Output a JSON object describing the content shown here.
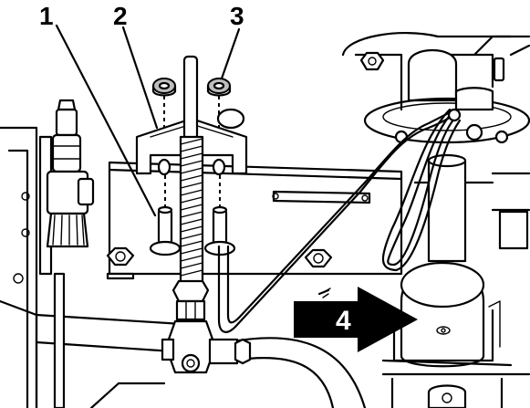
{
  "figure": {
    "callouts": [
      {
        "id": "1",
        "label": "1"
      },
      {
        "id": "2",
        "label": "2"
      },
      {
        "id": "3",
        "label": "3"
      },
      {
        "id": "4",
        "label": "4"
      }
    ],
    "arrow": {
      "label": "4",
      "fill_color": "#000000",
      "text_color": "#ffffff"
    },
    "colors": {
      "line": "#000000",
      "part_shade": "#bdbdbd",
      "background": "#ffffff"
    }
  }
}
